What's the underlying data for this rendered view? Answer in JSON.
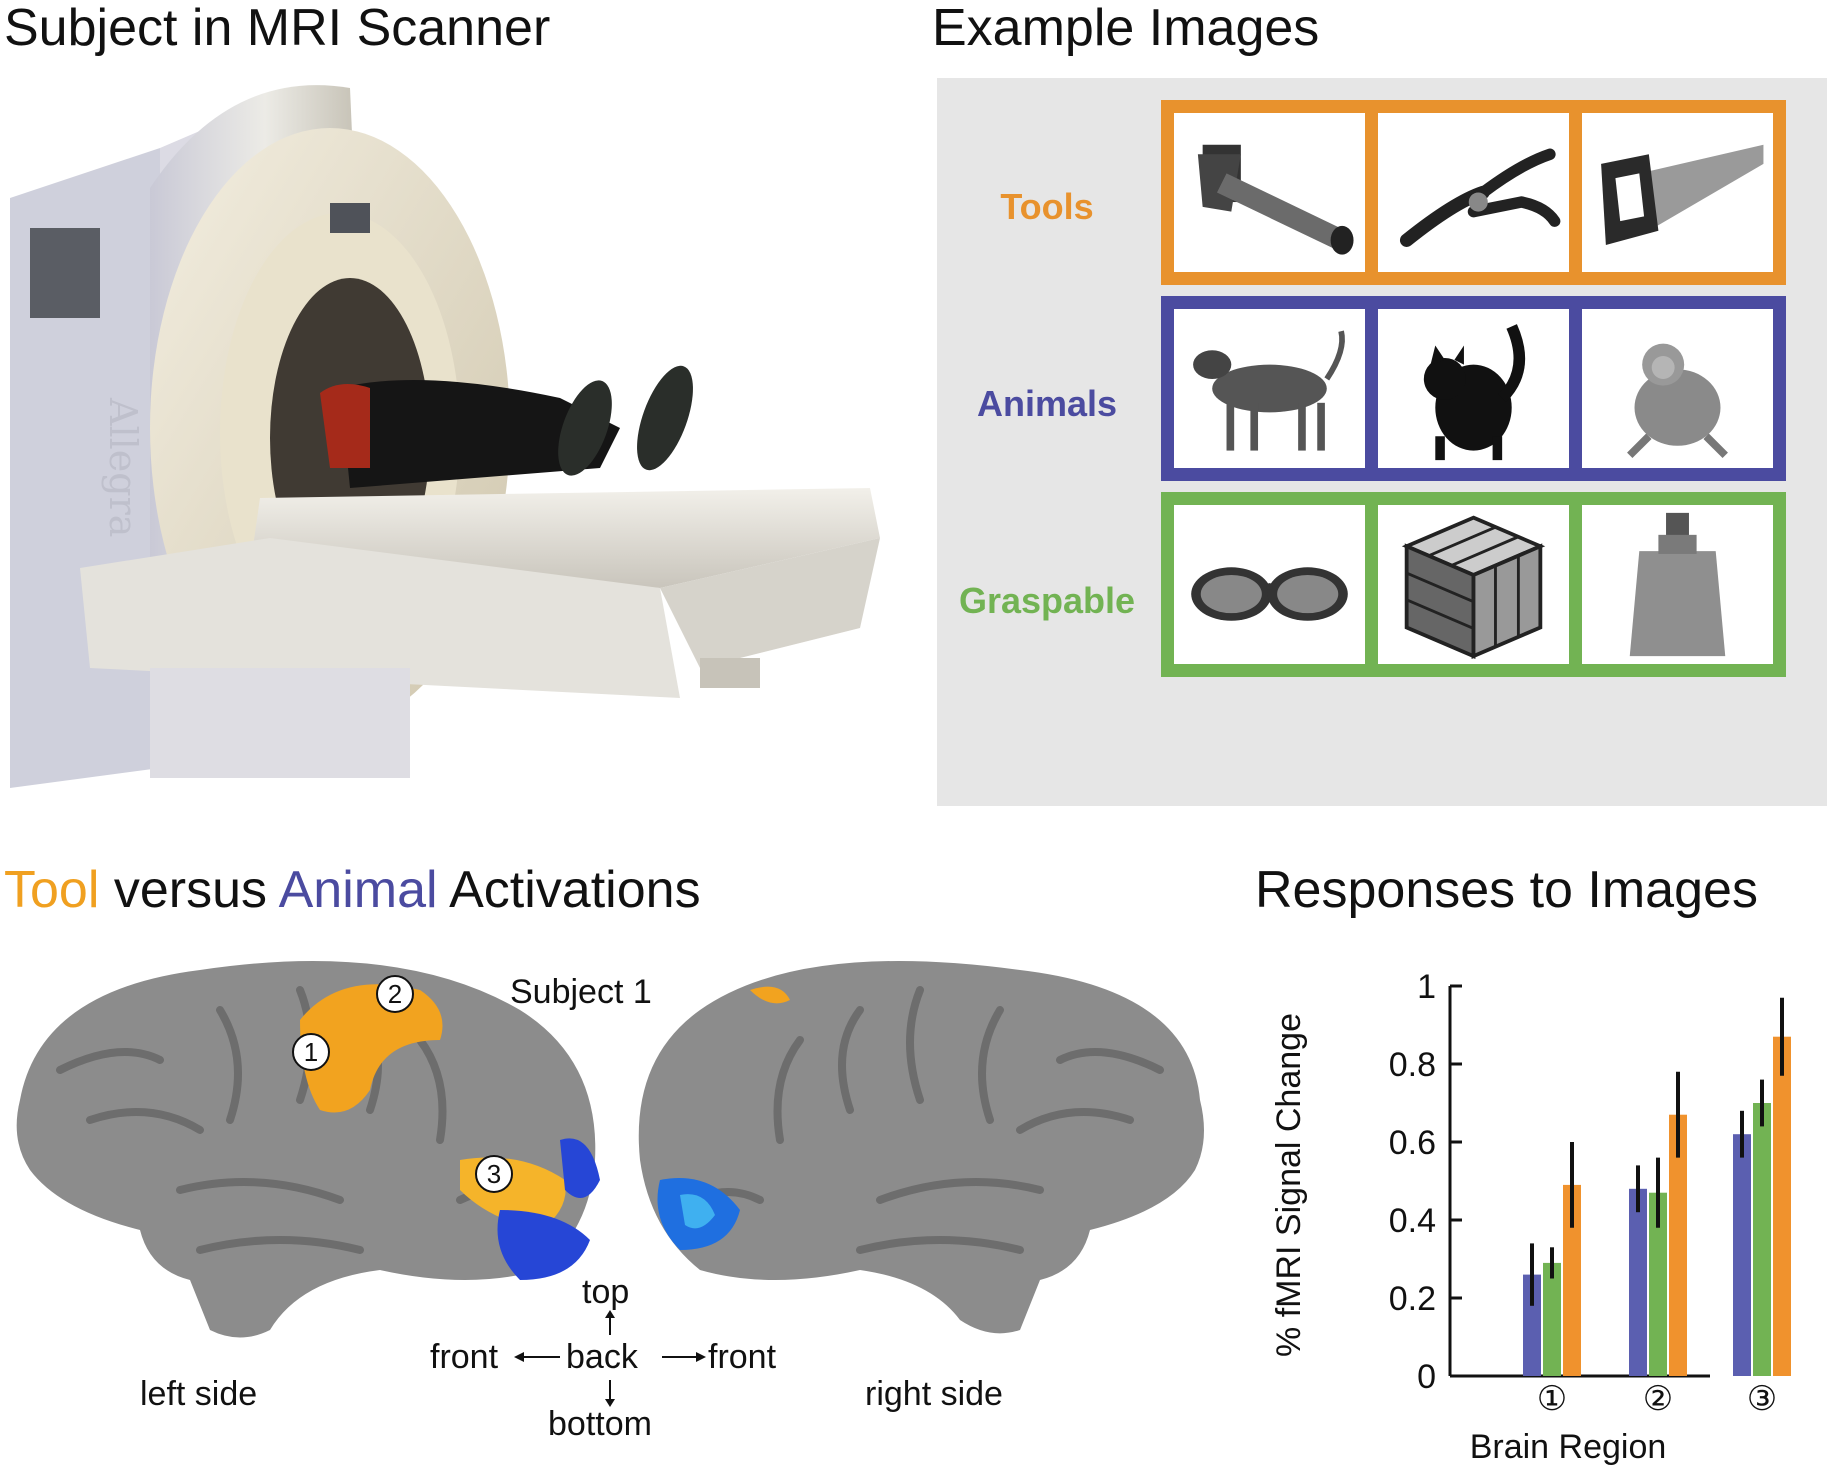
{
  "panels": {
    "mri": {
      "title": "Subject in MRI Scanner",
      "scanner_text": "Allegra"
    },
    "examples": {
      "title": "Example Images",
      "categories": [
        {
          "label": "Tools",
          "color": "#e8922d",
          "items": [
            "hammer-icon",
            "pliers-icon",
            "saw-icon"
          ]
        },
        {
          "label": "Animals",
          "color": "#4b4ba0",
          "items": [
            "dog-icon",
            "cat-icon",
            "monkey-icon"
          ]
        },
        {
          "label": "Graspable",
          "color": "#72b353",
          "items": [
            "sunglasses-icon",
            "cube-icon",
            "bottle-icon"
          ]
        }
      ]
    },
    "activations": {
      "title_part1": "Tool",
      "title_part2": " versus ",
      "title_part3": "Animal",
      "title_part4": " Activations",
      "subject_label": "Subject 1",
      "left_label": "left side",
      "right_label": "right side",
      "region_markers": [
        "1",
        "2",
        "3"
      ],
      "orientation": {
        "top": "top",
        "bottom": "bottom",
        "back": "back",
        "front_left": "front",
        "front_right": "front"
      },
      "colors": {
        "tool": "#f0a020",
        "animal": "#2a55d8"
      }
    },
    "responses": {
      "title": "Responses to Images"
    }
  },
  "chart_data": {
    "type": "bar",
    "categories": [
      "①",
      "②",
      "③"
    ],
    "xlabel": "Brain Region",
    "ylabel": "% fMRI Signal Change",
    "ylim": [
      0,
      1
    ],
    "yticks": [
      "0",
      "0.2",
      "0.4",
      "0.6",
      "0.8",
      "1"
    ],
    "series": [
      {
        "color": "#5b5fb0",
        "values": [
          0.26,
          0.48,
          0.62
        ],
        "errors": [
          0.08,
          0.06,
          0.06
        ]
      },
      {
        "color": "#72b353",
        "values": [
          0.29,
          0.47,
          0.7
        ],
        "errors": [
          0.04,
          0.09,
          0.06
        ]
      },
      {
        "color": "#f0922d",
        "values": [
          0.49,
          0.67,
          0.87
        ],
        "errors": [
          0.11,
          0.11,
          0.1
        ]
      }
    ]
  }
}
